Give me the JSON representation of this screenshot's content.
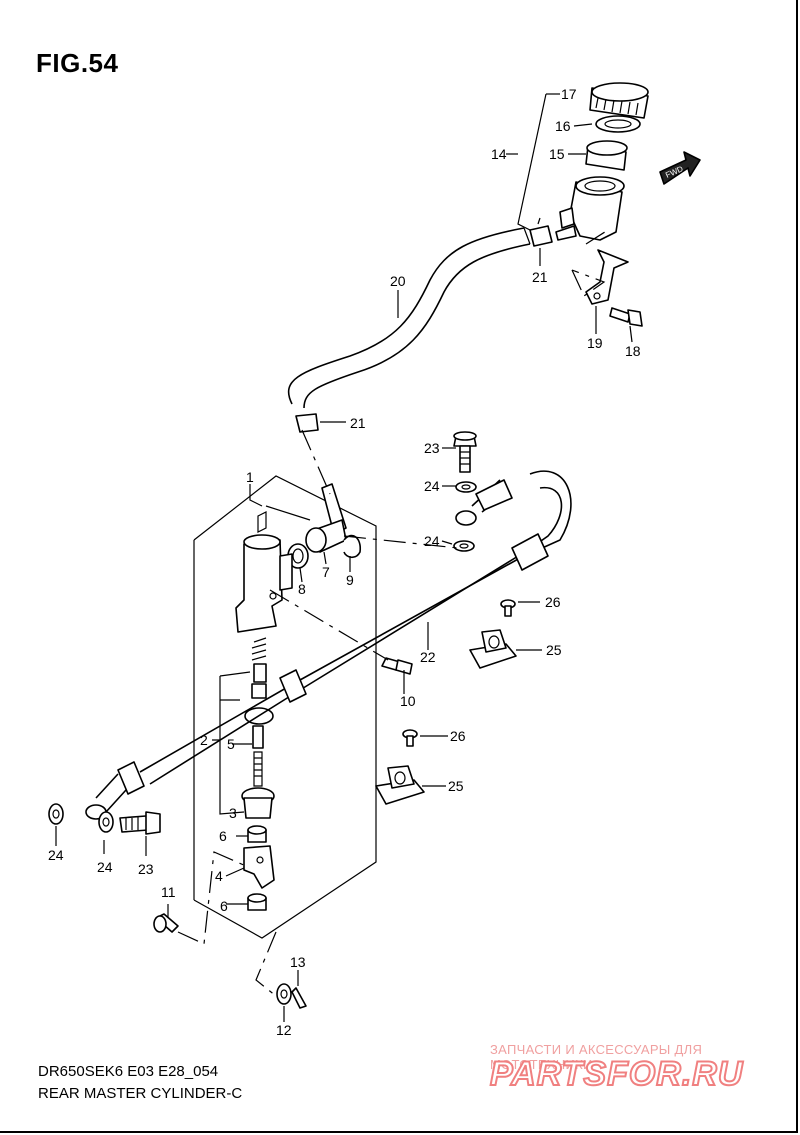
{
  "figure": {
    "title": "FIG.54"
  },
  "footer": {
    "model_code": "DR650SEK6 E03 E28_054",
    "part_name": "REAR MASTER CYLINDER-C"
  },
  "watermark": {
    "tagline": "ЗАПЧАСТИ И АКСЕССУАРЫ ДЛЯ МОТОТЕХНИКИ",
    "brand": "PARTSFOR.RU"
  },
  "badge": {
    "fwd": "FWD"
  },
  "callouts": {
    "p17": "17",
    "p16": "16",
    "p15": "15",
    "p14": "14",
    "p21a": "21",
    "p19": "19",
    "p18": "18",
    "p20": "20",
    "p21b": "21",
    "p23a": "23",
    "p24a": "24",
    "p24b": "24",
    "p1": "1",
    "p7": "7",
    "p8": "8",
    "p9": "9",
    "p26a": "26",
    "p25a": "25",
    "p22": "22",
    "p10": "10",
    "p2": "2",
    "p5": "5",
    "p26b": "26",
    "p25b": "25",
    "p3": "3",
    "p6a": "6",
    "p4": "4",
    "p6b": "6",
    "p24c": "24",
    "p24d": "24",
    "p23b": "23",
    "p11": "11",
    "p13": "13",
    "p12": "12"
  }
}
